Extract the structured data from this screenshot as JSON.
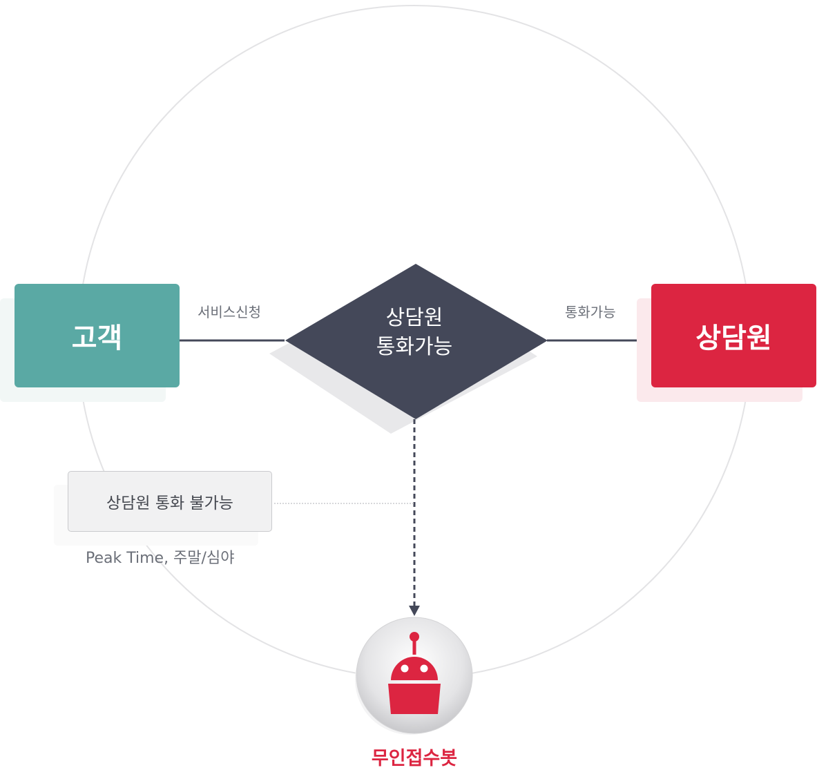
{
  "nodes": {
    "customer": {
      "label": "고객",
      "color": "#5aa9a4"
    },
    "decision": {
      "line1": "상담원",
      "line2": "통화가능",
      "color": "#444859"
    },
    "agent": {
      "label": "상담원",
      "color": "#dc2541"
    },
    "fallback": {
      "label": "상담원 통화 불가능",
      "sublabel": "Peak Time, 주말/심야"
    },
    "bot": {
      "label": "무인접수봇",
      "icon": "robot-icon",
      "color": "#dc2541"
    }
  },
  "edges": {
    "request_label": "서비스신청",
    "available_label": "통화가능"
  }
}
